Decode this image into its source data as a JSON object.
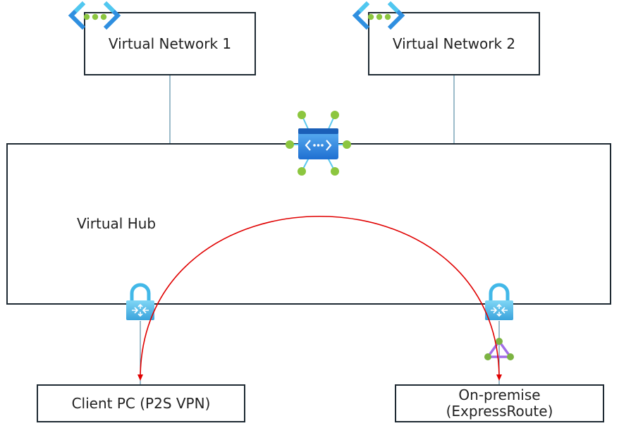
{
  "nodes": {
    "vnet1": {
      "label": "Virtual Network 1",
      "icon": "virtual-network-icon"
    },
    "vnet2": {
      "label": "Virtual Network 2",
      "icon": "virtual-network-icon"
    },
    "hub": {
      "label": "Virtual Hub",
      "icon": "virtual-wan-hub-icon"
    },
    "client": {
      "label": "Client PC (P2S VPN)",
      "gateway_icon": "vpn-gateway-icon"
    },
    "onprem": {
      "line1": "On-premise",
      "line2": "(ExpressRoute)",
      "gateway_icon": "vpn-gateway-icon",
      "circuit_icon": "expressroute-circuit-icon"
    }
  },
  "edges": [
    {
      "from": "vnet1",
      "to": "hub"
    },
    {
      "from": "vnet2",
      "to": "hub"
    },
    {
      "from": "hub",
      "to": "client"
    },
    {
      "from": "hub",
      "to": "onprem"
    },
    {
      "from": "client",
      "to": "onprem",
      "style": "arc",
      "arrows": "both"
    }
  ],
  "colors": {
    "box_border": "#1e2a33",
    "connector": "#5a8ea6",
    "arc": "#e00000",
    "azure_blue": "#2f8fe0",
    "azure_cyan": "#50c8f0",
    "node_green": "#8cc63f",
    "expressroute_purple": "#a36de8"
  }
}
